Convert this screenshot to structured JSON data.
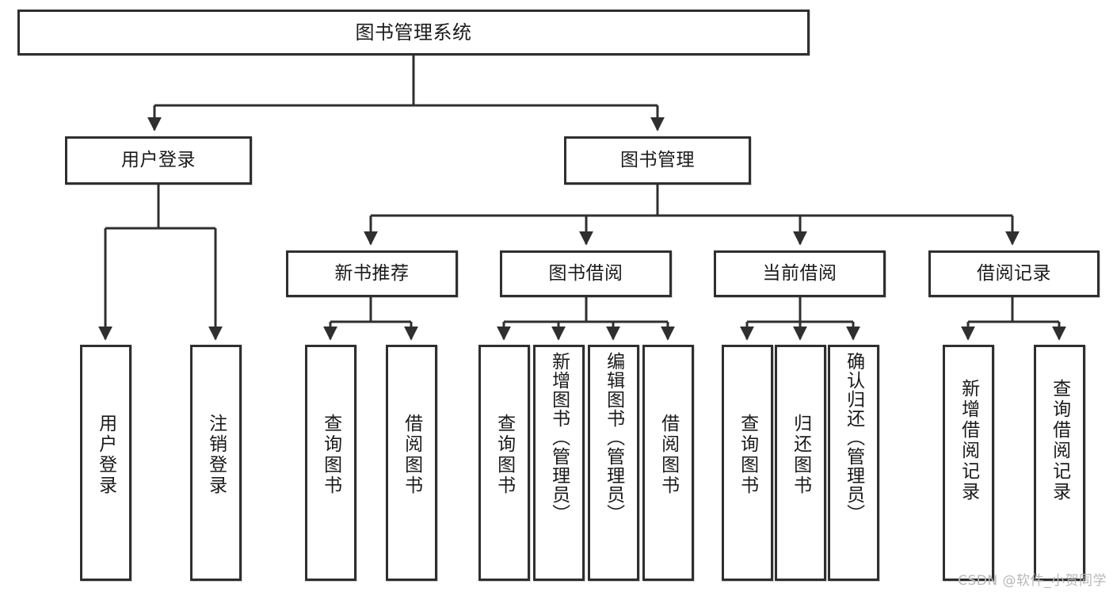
{
  "diagram": {
    "title": "图书管理系统",
    "watermark": "CSDN @软件_小贺同学",
    "colors": {
      "border": "#2f2f2f",
      "background": "#ffffff",
      "text": "#1a1a1a",
      "connector": "#2f2f2f",
      "watermark": "#b8b8b8"
    },
    "levels": {
      "root": "图书管理系统",
      "level2": [
        "用户登录",
        "图书管理"
      ],
      "level3": [
        "新书推荐",
        "图书借阅",
        "当前借阅",
        "借阅记录"
      ]
    },
    "nodes": {
      "root": {
        "label": "图书管理系统"
      },
      "user_login": {
        "label": "用户登录"
      },
      "book_manage": {
        "label": "图书管理"
      },
      "new_book_rec": {
        "label": "新书推荐"
      },
      "book_borrow": {
        "label": "图书借阅"
      },
      "current_borrow": {
        "label": "当前借阅"
      },
      "borrow_record": {
        "label": "借阅记录"
      },
      "leaf_user_login": {
        "label": "用户登录"
      },
      "leaf_user_logout": {
        "label": "注销登录"
      },
      "leaf_query_book_1": {
        "label": "查询图书"
      },
      "leaf_borrow_book_1": {
        "label": "借阅图书"
      },
      "leaf_query_book_2": {
        "label": "查询图书"
      },
      "leaf_add_book": {
        "label": "新增图书（管理员）"
      },
      "leaf_edit_book": {
        "label": "编辑图书（管理员）"
      },
      "leaf_borrow_book_2": {
        "label": "借阅图书"
      },
      "leaf_query_book_3": {
        "label": "查询图书"
      },
      "leaf_return_book": {
        "label": "归还图书"
      },
      "leaf_confirm_return": {
        "label": "确认归还（管理员）"
      },
      "leaf_add_record": {
        "label": "新增借阅记录"
      },
      "leaf_query_record": {
        "label": "查询借阅记录"
      }
    },
    "tree": {
      "name": "图书管理系统",
      "children": [
        {
          "name": "用户登录",
          "children": [
            {
              "name": "用户登录"
            },
            {
              "name": "注销登录"
            }
          ]
        },
        {
          "name": "图书管理",
          "children": [
            {
              "name": "新书推荐",
              "children": [
                {
                  "name": "查询图书"
                },
                {
                  "name": "借阅图书"
                }
              ]
            },
            {
              "name": "图书借阅",
              "children": [
                {
                  "name": "查询图书"
                },
                {
                  "name": "新增图书（管理员）"
                },
                {
                  "name": "编辑图书（管理员）"
                },
                {
                  "name": "借阅图书"
                }
              ]
            },
            {
              "name": "当前借阅",
              "children": [
                {
                  "name": "查询图书"
                },
                {
                  "name": "归还图书"
                },
                {
                  "name": "确认归还（管理员）"
                }
              ]
            },
            {
              "name": "借阅记录",
              "children": [
                {
                  "name": "新增借阅记录"
                },
                {
                  "name": "查询借阅记录"
                }
              ]
            }
          ]
        }
      ]
    }
  }
}
